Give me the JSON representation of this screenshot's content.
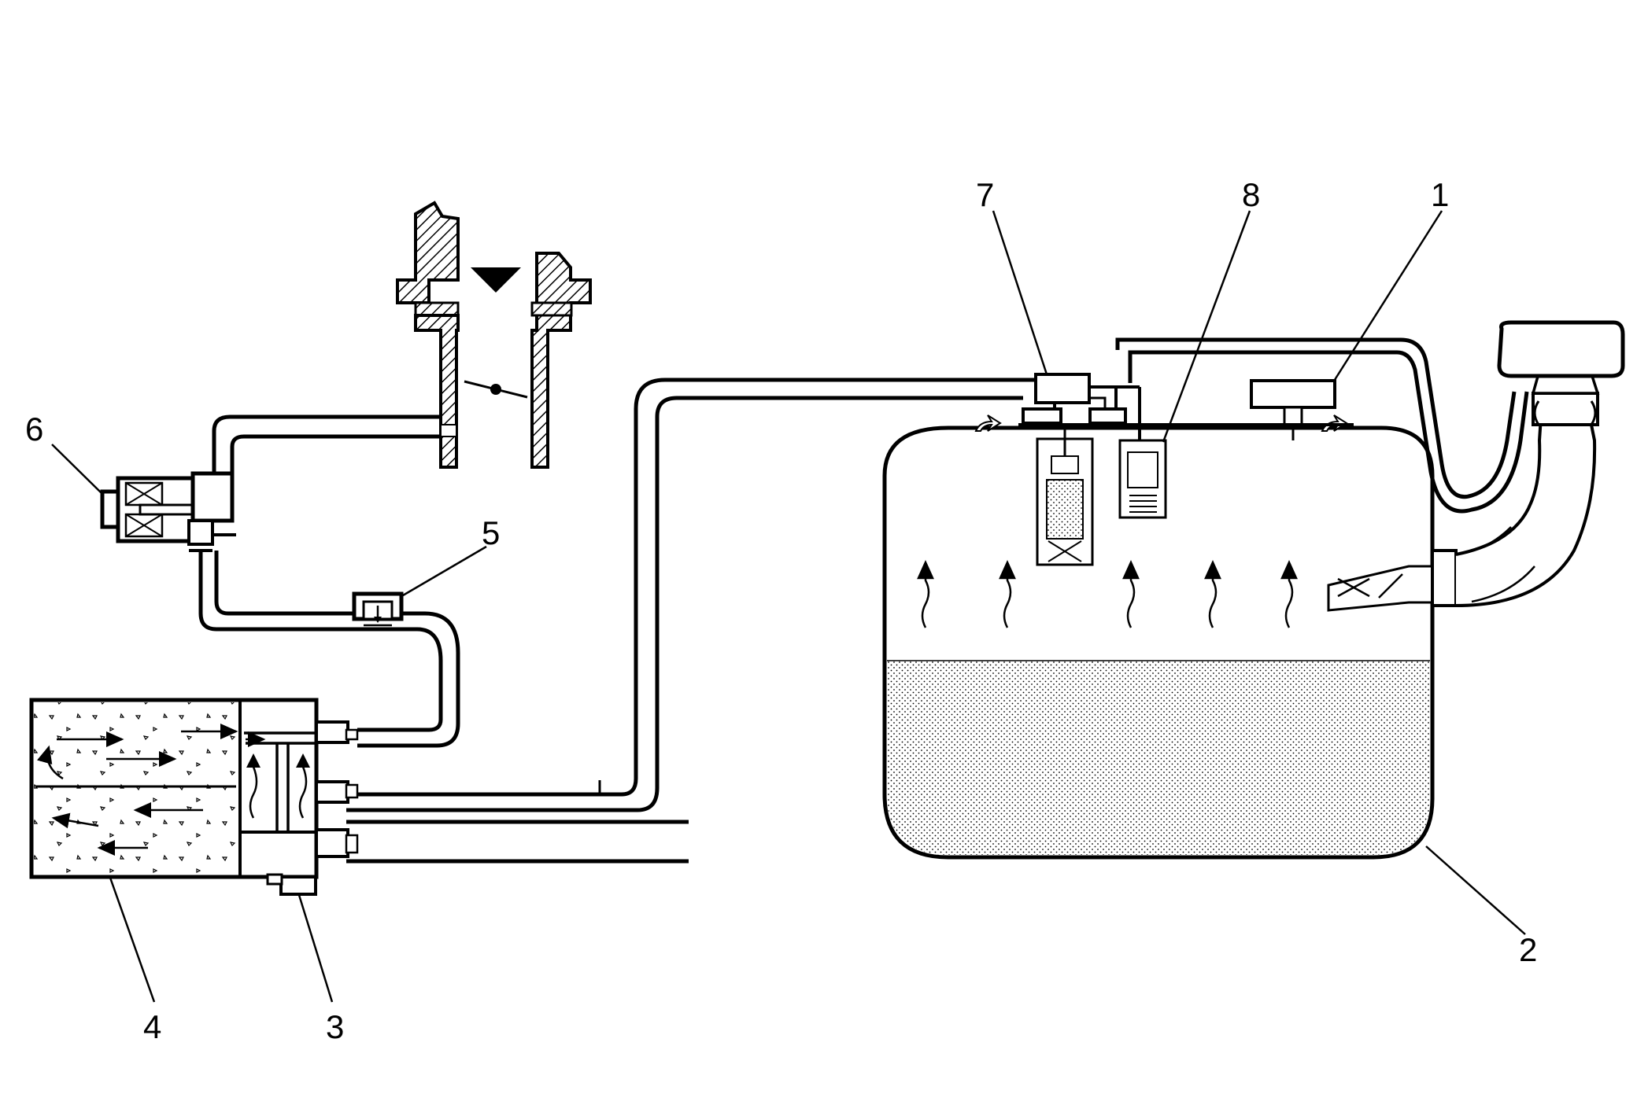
{
  "diagram": {
    "callouts": [
      {
        "id": "1",
        "label": "1"
      },
      {
        "id": "2",
        "label": "2"
      },
      {
        "id": "3",
        "label": "3"
      },
      {
        "id": "4",
        "label": "4"
      },
      {
        "id": "5",
        "label": "5"
      },
      {
        "id": "6",
        "label": "6"
      },
      {
        "id": "7",
        "label": "7"
      },
      {
        "id": "8",
        "label": "8"
      }
    ],
    "colors": {
      "line": "#000000",
      "background": "#ffffff",
      "fill": "#ffffff"
    }
  }
}
